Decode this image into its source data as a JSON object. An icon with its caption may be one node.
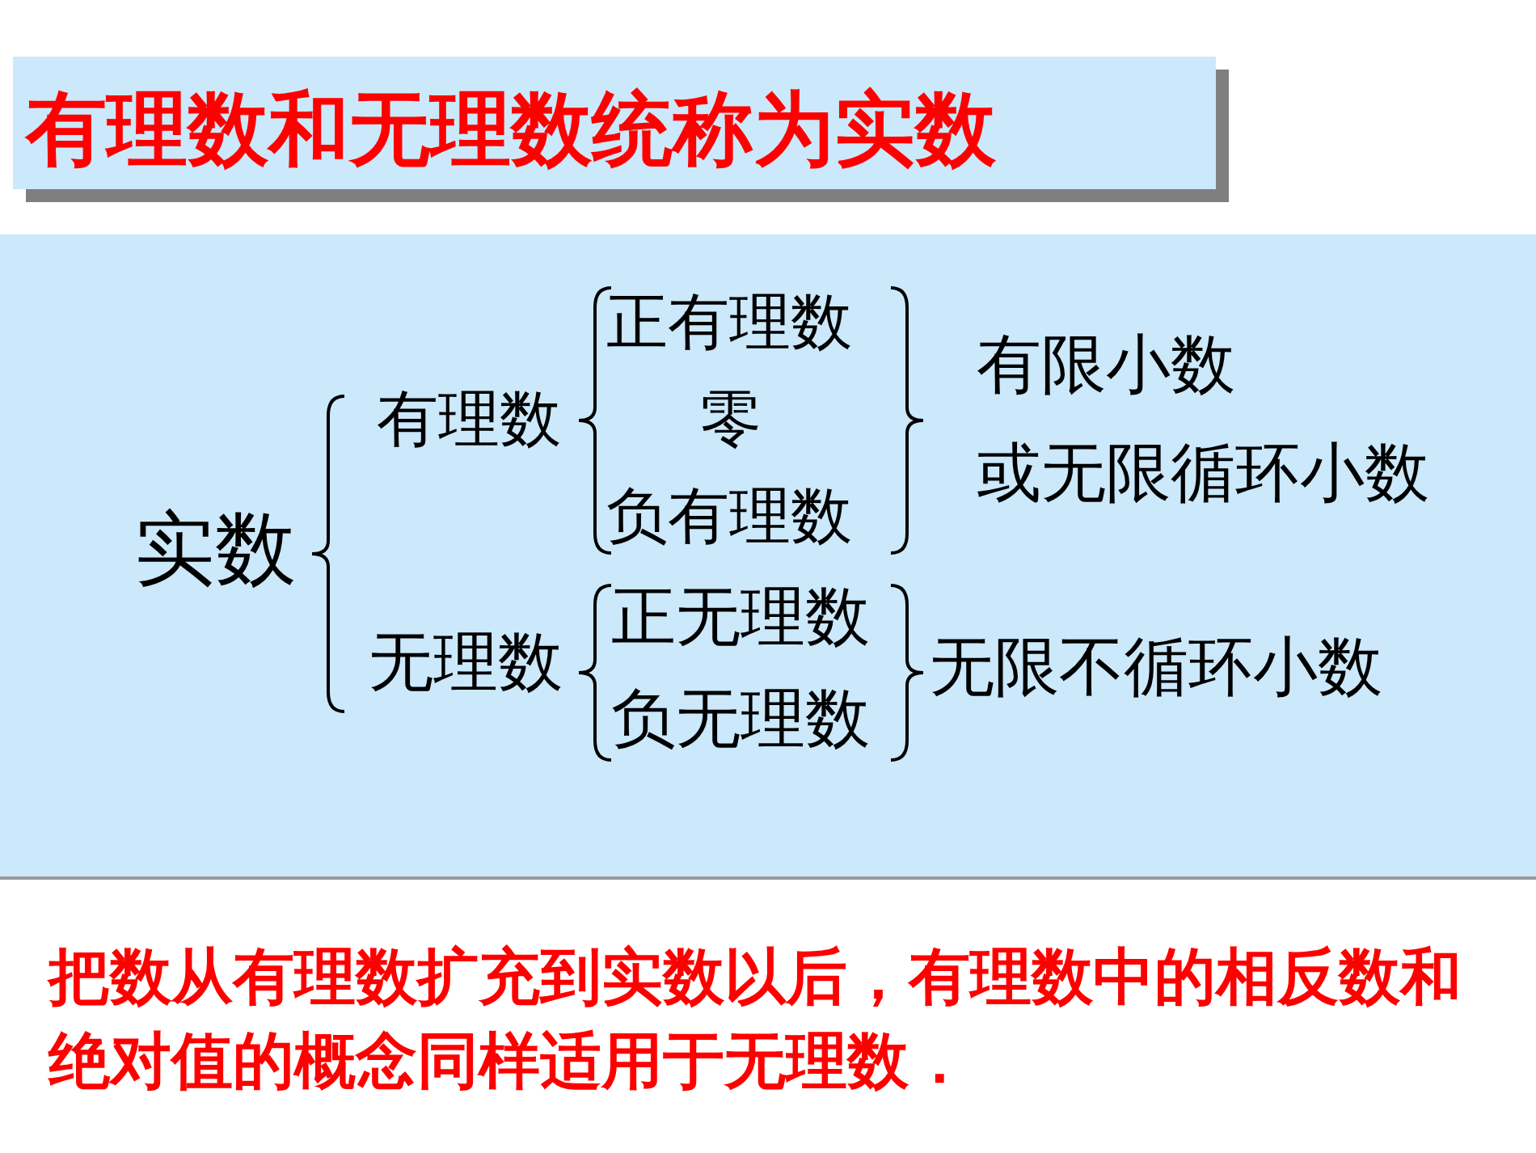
{
  "diagram": {
    "title": "有理数和无理数统称为实数",
    "labels": [
      "实数",
      "有理数",
      "正有理数",
      "零",
      "负有理数",
      "有限小数",
      "或无限循环小数",
      "无理数",
      "正无理数",
      "负无理数",
      "无限不循环小数"
    ],
    "caption": "把数从有理数扩充到实数以后，有理数中的相反数和绝对值的概念同样适用于无理数．"
  }
}
